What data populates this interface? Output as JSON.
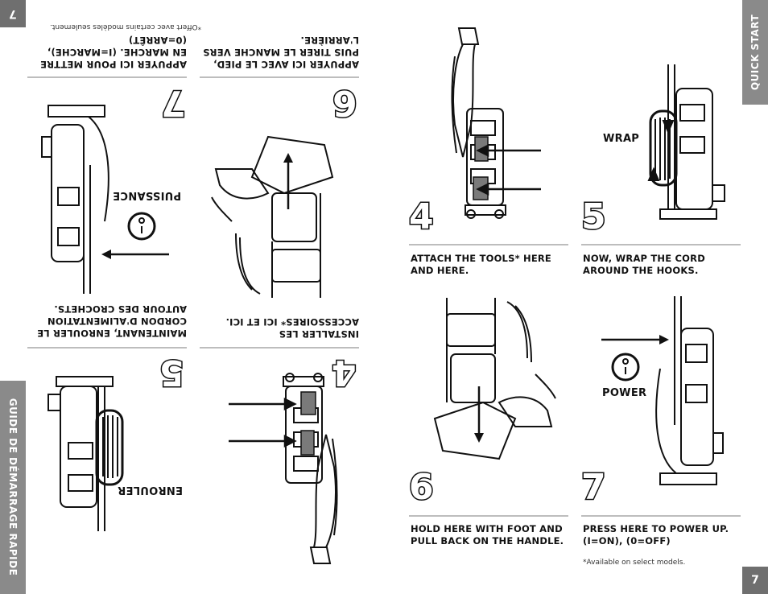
{
  "left_page": {
    "page_number": "7",
    "side_tab": "GUIDE DE DÉMARRAGE RAPIDE",
    "footnote": "*Offert avec certains modèles seulement.",
    "steps": [
      {
        "number": "7",
        "caption_line1": "APPUYER ICI POUR METTRE",
        "caption_line2": "EN MARCHE. (I=MARCHE),",
        "caption_line3": "(0=ARRÊT)",
        "label": "PUISSANCE"
      },
      {
        "number": "6",
        "caption_line1": "APPUYER ICI AVEC LE PIED,",
        "caption_line2": "PUIS TIRER LE MANCHE VERS",
        "caption_line3": "L'ARRIÈRE."
      },
      {
        "number": "5",
        "caption_line1": "MAINTENANT, ENROULER LE",
        "caption_line2": "CORDON D'ALIMENTATION",
        "caption_line3": "AUTOUR DES CROCHETS.",
        "label": "ENROULER"
      },
      {
        "number": "4",
        "caption_line1": "INSTALLER LES",
        "caption_line2": "ACCESSOIRES* ICI ET ICI."
      }
    ]
  },
  "right_page": {
    "page_number": "7",
    "side_tab": "QUICK START",
    "footnote": "*Available on select models.",
    "steps": [
      {
        "number": "4",
        "caption_line1": "ATTACH THE TOOLS* HERE",
        "caption_line2": "AND HERE."
      },
      {
        "number": "5",
        "caption_line1": "NOW, WRAP THE CORD",
        "caption_line2": "AROUND THE HOOKS.",
        "label": "WRAP"
      },
      {
        "number": "6",
        "caption_line1": "HOLD HERE WITH FOOT AND",
        "caption_line2": "PULL BACK ON THE HANDLE."
      },
      {
        "number": "7",
        "caption_line1": "PRESS HERE TO POWER UP.",
        "caption_line2": "(I=ON), (0=OFF)",
        "label": "POWER"
      }
    ]
  }
}
